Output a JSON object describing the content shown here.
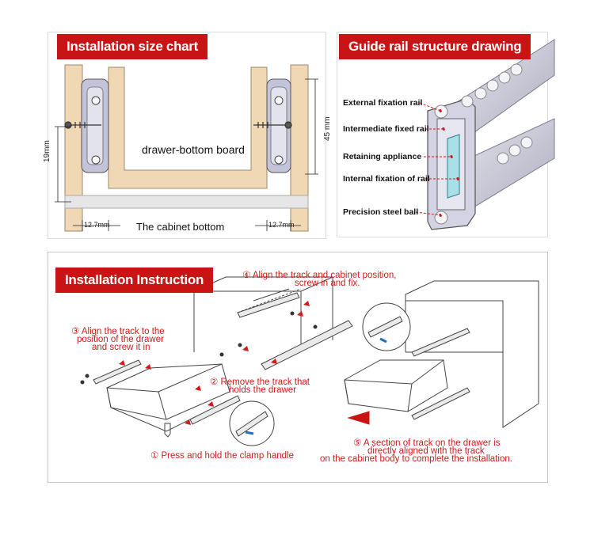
{
  "panels": {
    "size_chart": {
      "title": "Installation size chart",
      "board_label": "drawer-bottom board",
      "bottom_label": "The cabinet bottom",
      "dim_left": "12.7mm",
      "dim_right": "12.7mm",
      "dim_height": "19mm",
      "dim_rail": "45 mm"
    },
    "structure": {
      "title": "Guide rail structure drawing",
      "parts": [
        "External fixation rail",
        "Intermediate fixed rail",
        "Retaining appliance",
        "Internal fixation of rail",
        "Precision steel ball"
      ]
    },
    "instruction": {
      "title": "Installation Instruction",
      "step1": "① Press and hold the clamp handle",
      "step2_line1": "② Remove the track that",
      "step2_line2": "holds the drawer",
      "step3_line1": "③ Align the track to the",
      "step3_line2": "position of the drawer",
      "step3_line3": "and screw it in",
      "step4_line1": "④ Align the track and cabinet position,",
      "step4_line2": "screw in and fix.",
      "step5_line1": "⑤ A section of track on the drawer is",
      "step5_line2": "directly aligned with the track",
      "step5_line3": "on the cabinet body to complete the installation."
    }
  },
  "colors": {
    "banner": "#c81414",
    "wood": "#f1d8b4",
    "step_text": "#d21a1a"
  }
}
